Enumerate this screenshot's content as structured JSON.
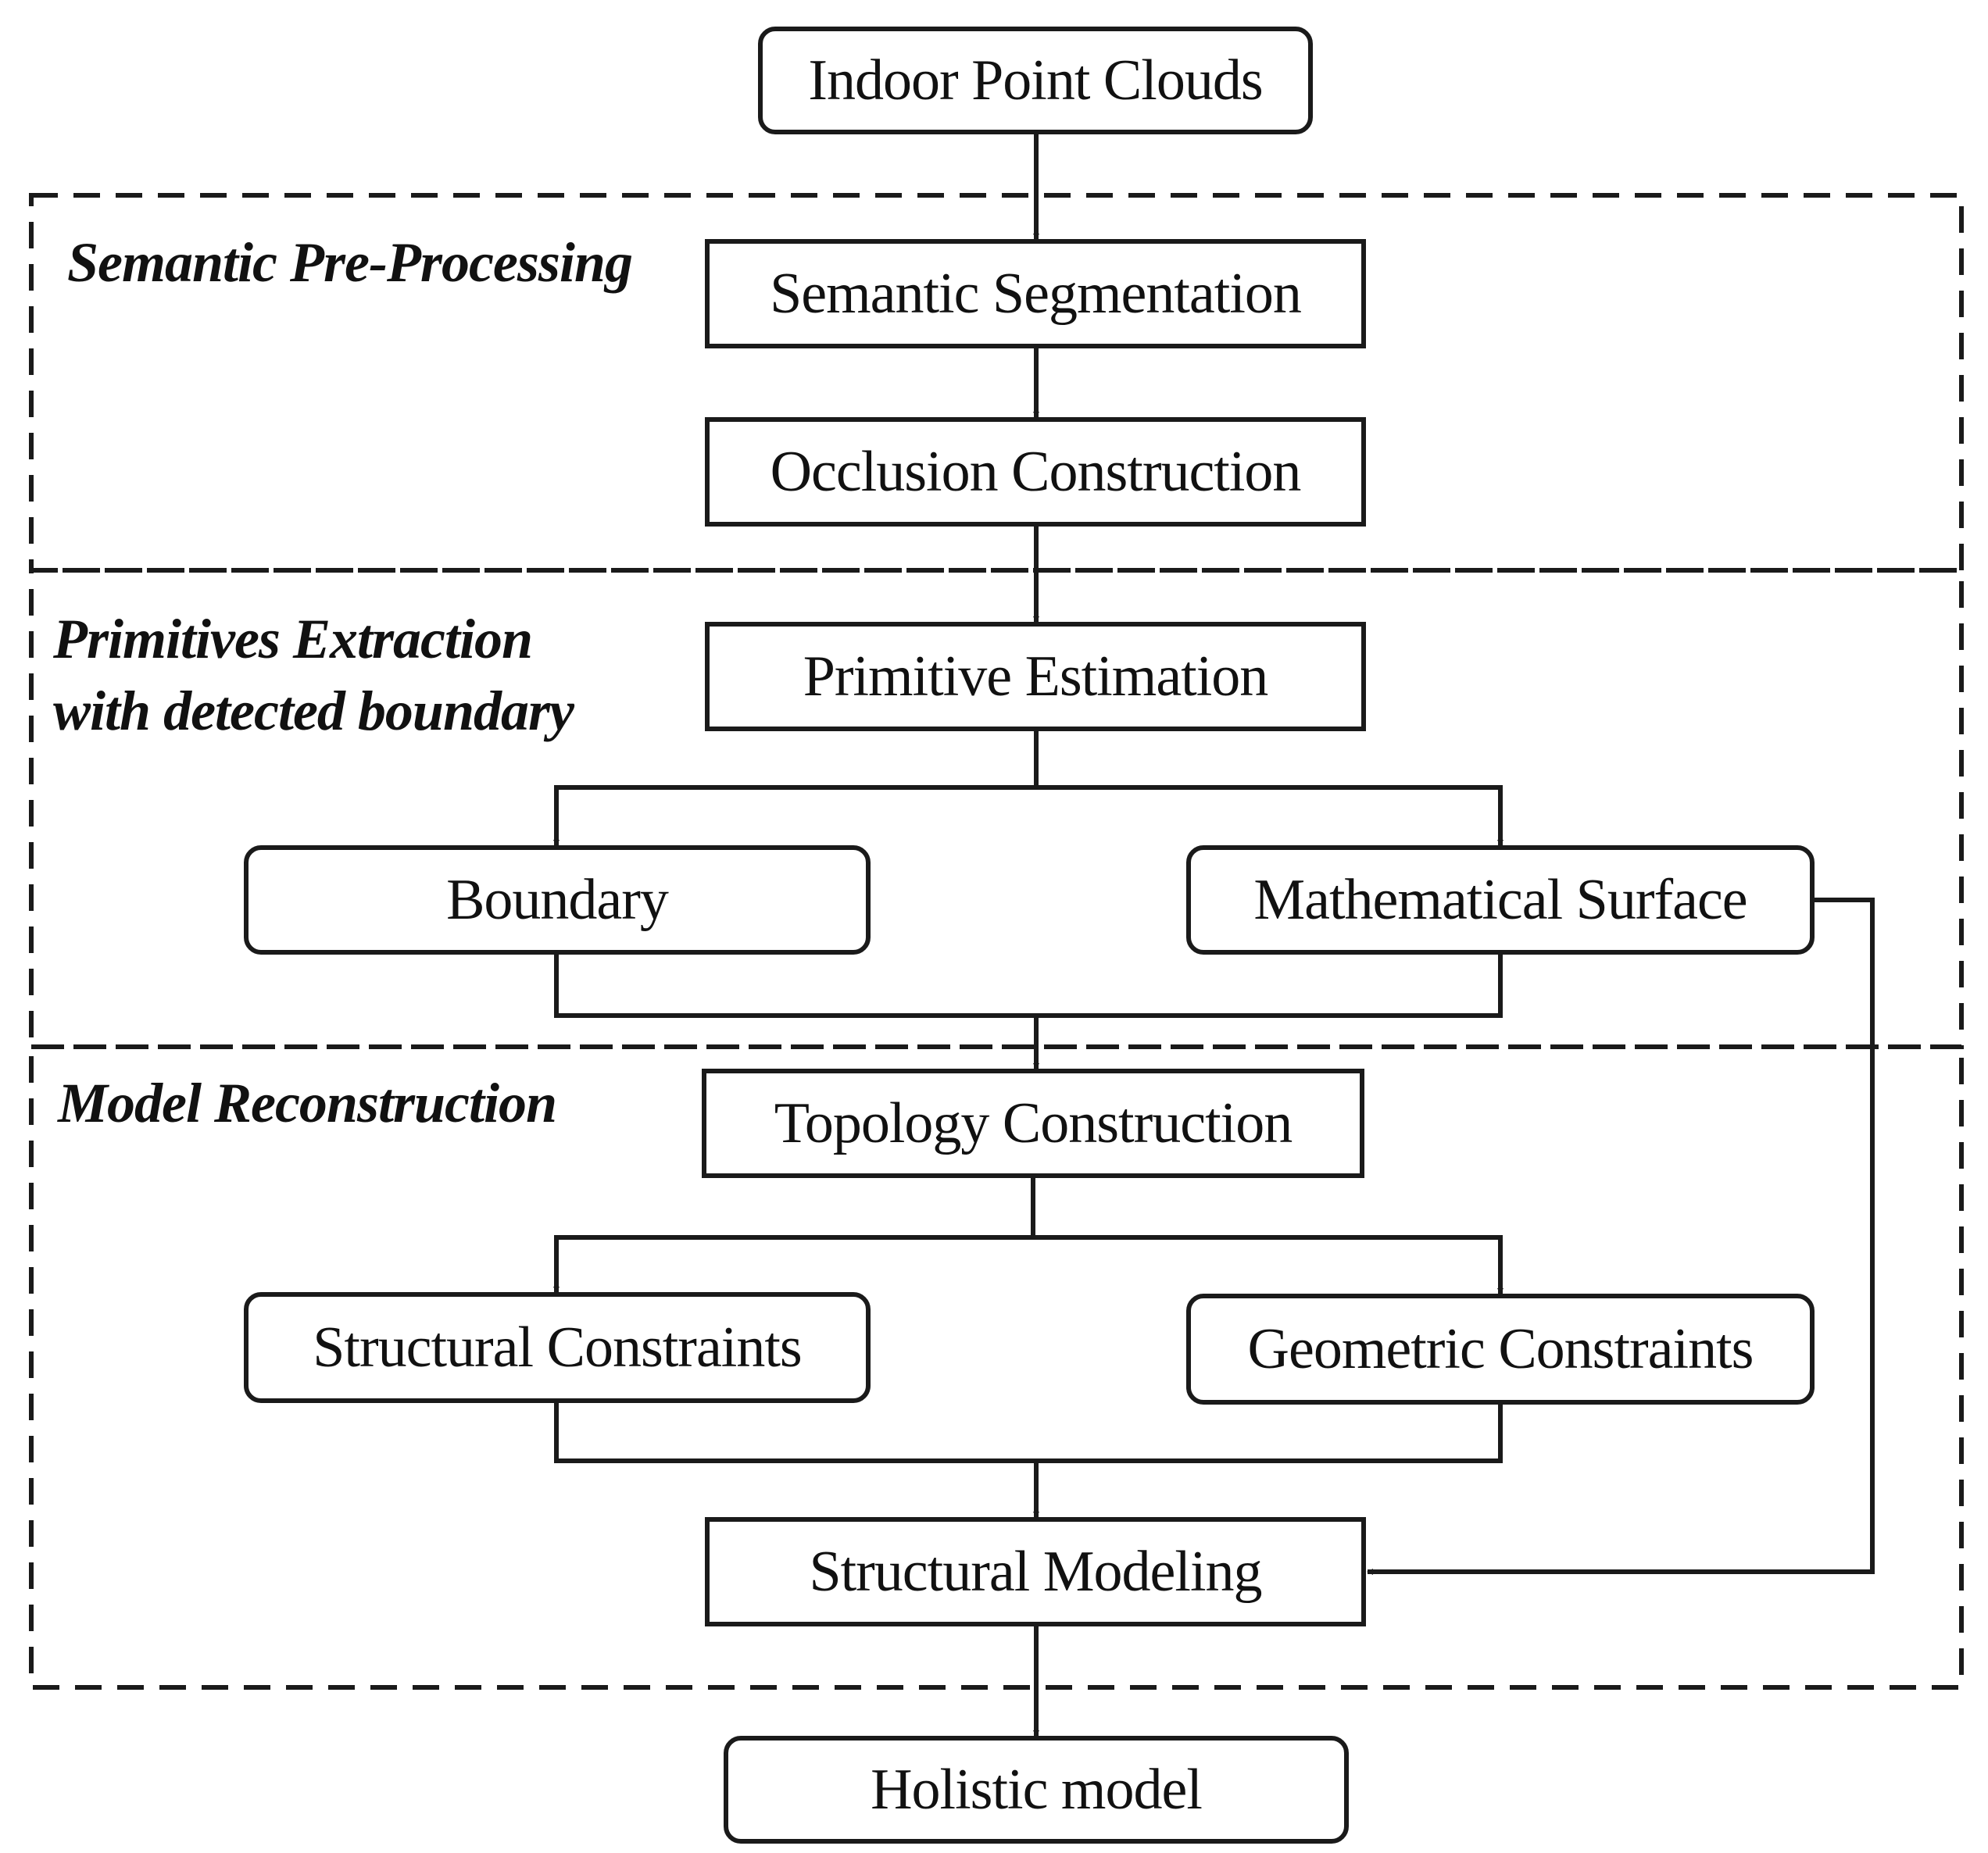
{
  "sections": {
    "semantic": "Semantic Pre-Processing",
    "primitives_line1": "Primitives Extraction",
    "primitives_line2": "with detected boundary",
    "model": "Model Reconstruction"
  },
  "nodes": {
    "indoor_point_clouds": "Indoor Point Clouds",
    "semantic_segmentation": "Semantic Segmentation",
    "occlusion_construction": "Occlusion Construction",
    "primitive_estimation": "Primitive Estimation",
    "boundary": "Boundary",
    "mathematical_surface": "Mathematical Surface",
    "topology_construction": "Topology Construction",
    "structural_constraints": "Structural Constraints",
    "geometric_constraints": "Geometric Constraints",
    "structural_modeling": "Structural Modeling",
    "holistic_model": "Holistic model"
  }
}
